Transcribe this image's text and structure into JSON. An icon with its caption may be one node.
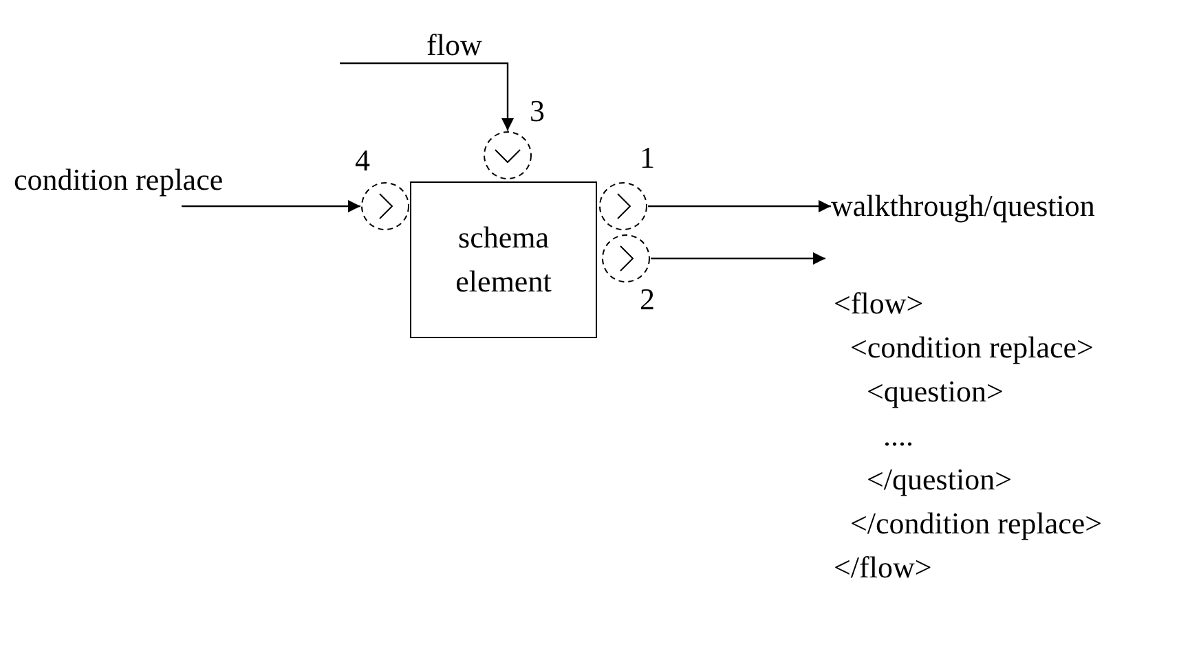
{
  "diagram": {
    "nodes": [
      {
        "text": [
          "flow"
        ]
      },
      {
        "text": [],
        "shape": "circle",
        "beside": [
          "3"
        ]
      },
      {
        "text": [
          "condition replace"
        ]
      },
      {
        "text": [],
        "shape": "circle",
        "beside": [
          "4"
        ]
      },
      {
        "text": [
          "schema element"
        ]
      },
      {
        "text": [],
        "shape": "circle",
        "beside": [
          "1"
        ]
      },
      {
        "text": [
          "walkthrough/question"
        ]
      },
      {
        "text": [],
        "shape": "circle",
        "beside": [
          "2"
        ]
      },
      {
        "text": [
          "<flow>",
          "<condition replace>",
          "<question>",
          "....",
          "</question>",
          "</condition replace>",
          "</flow>"
        ]
      }
    ],
    "edges": [
      {
        "from": 0,
        "to": 1,
        "arrow": "to"
      },
      {
        "from": 2,
        "to": 3,
        "arrow": "to"
      },
      {
        "from": 5,
        "to": 6,
        "arrow": "to"
      },
      {
        "from": 7,
        "to": 8,
        "arrow": "to"
      }
    ]
  }
}
